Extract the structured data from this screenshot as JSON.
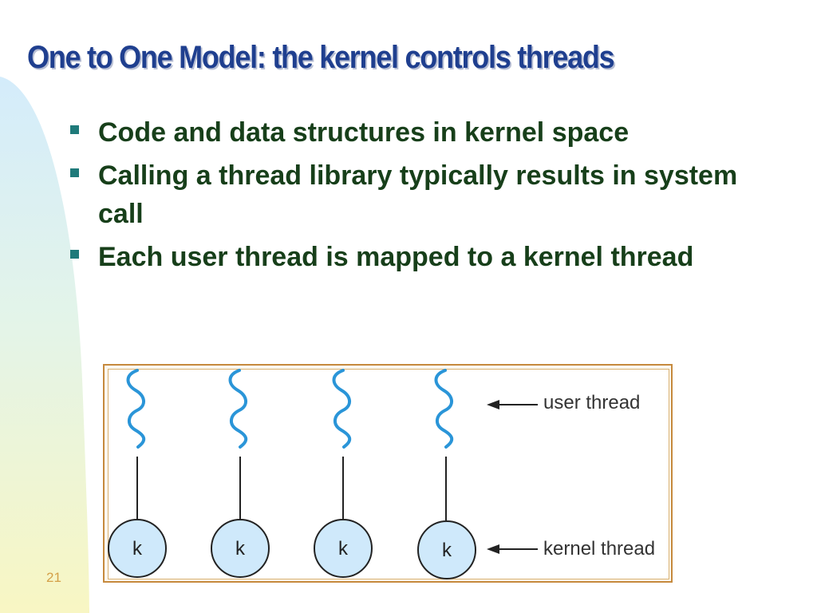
{
  "slide": {
    "title": "One to One Model: the kernel controls threads",
    "bullets": [
      "Code and data structures in kernel space",
      "Calling a thread library typically results in system call",
      "Each user thread is mapped to a kernel thread"
    ],
    "slide_number": "21"
  },
  "diagram": {
    "user_thread_label": "user thread",
    "kernel_thread_label": "kernel thread",
    "kernel_threads": [
      "k",
      "k",
      "k",
      "k"
    ]
  },
  "colors": {
    "title": "#1f3f8f",
    "bullet_text": "#173f1a",
    "bullet_marker": "#1f7a7a",
    "slide_number": "#d4a047",
    "frame": "#c68a3e",
    "user_thread": "#2a95d8",
    "kernel_thread_fill": "#cfe9fb"
  },
  "icons": {
    "bullet": "square-bullet-icon",
    "user_thread": "wavy-thread-icon",
    "arrow": "left-arrow-icon"
  }
}
